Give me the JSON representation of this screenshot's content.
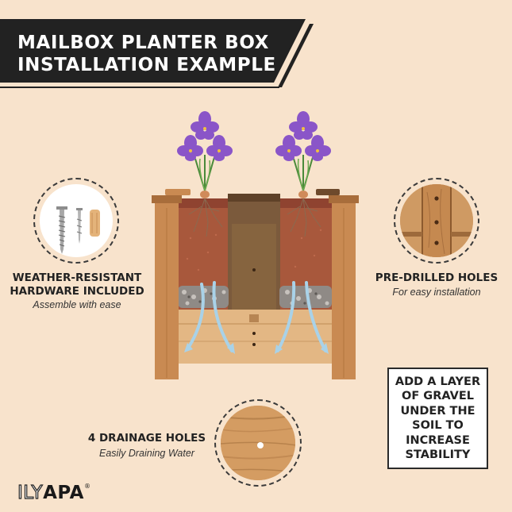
{
  "banner": {
    "line1": "MAILBOX PLANTER BOX",
    "line2": "INSTALLATION EXAMPLE"
  },
  "features": {
    "hardware": {
      "title_line1": "WEATHER-RESISTANT",
      "title_line2": "HARDWARE INCLUDED",
      "subtitle": "Assemble with ease"
    },
    "predrilled": {
      "title": "PRE-DRILLED HOLES",
      "subtitle": "For easy installation"
    },
    "drainage": {
      "title": "4 DRAINAGE HOLES",
      "subtitle": "Easily Draining Water"
    }
  },
  "gravel_note": {
    "line1": "ADD A LAYER",
    "line2": "OF GRAVEL",
    "line3": "UNDER THE",
    "line4": "SOIL TO",
    "line5": "INCREASE",
    "line6": "STABILITY"
  },
  "logo": {
    "part1": "ILY",
    "part2": "APA",
    "mark": "®"
  },
  "colors": {
    "background": "#f8e3cc",
    "banner": "#222222",
    "cedar": "#c98a52",
    "soil": "#a0523a",
    "flower": "#8a55c8",
    "arrow": "#9ec9e0"
  }
}
